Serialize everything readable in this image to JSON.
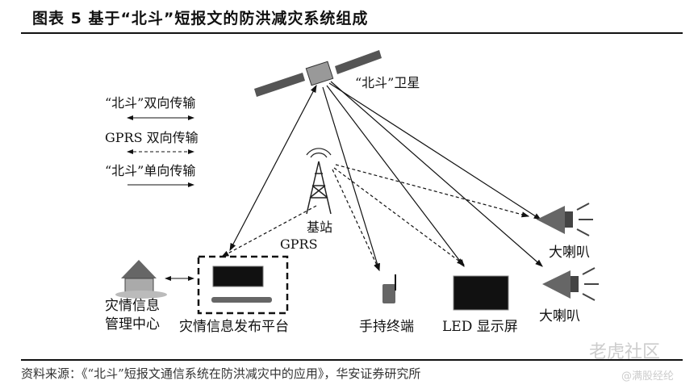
{
  "title": "图表 5 基于“北斗”短报文的防洪减灾系统组成",
  "legend": [
    "“北斗”双向传输",
    "GPRS 双向传输",
    "“北斗”单向传输"
  ],
  "nodes": {
    "satellite": "“北斗”卫星",
    "tower_1": "基站",
    "tower_2": "GPRS",
    "center_1": "灾情信息",
    "center_2": "管理中心",
    "platform": "灾情信息发布平台",
    "handheld": "手持终端",
    "led": "LED 显示屏",
    "speaker_1": "大喇叭",
    "speaker_2": "大喇叭"
  },
  "source": "资料来源：《“北斗”短报文通信系统在防洪减灾中的应用》，华安证券研究所",
  "watermark": {
    "logo": "老虎社区",
    "handle": "@满股经纶"
  }
}
